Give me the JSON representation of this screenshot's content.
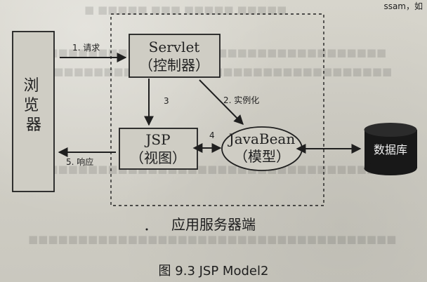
{
  "top_right_fragment": "ssam，如",
  "diagram": {
    "browser_label": "浏览器",
    "servlet": {
      "line1": "Servlet",
      "line2": "（控制器）"
    },
    "jsp": {
      "line1": "JSP",
      "line2": "（视图）"
    },
    "javabean": {
      "line1": "JavaBean",
      "line2": "（模型）"
    },
    "database_label": "数据库",
    "arrows": {
      "request": "1. 请求",
      "instantiate": "2. 实例化",
      "step3": "3",
      "step4": "4",
      "response": "5. 响应"
    },
    "server_label": "应用服务器端"
  },
  "caption": "图 9.3   JSP Model2",
  "colors": {
    "line": "#1f1f1f",
    "box_fill": "#d0cec5",
    "database": "#181818",
    "database_text": "#f1f1f1"
  }
}
